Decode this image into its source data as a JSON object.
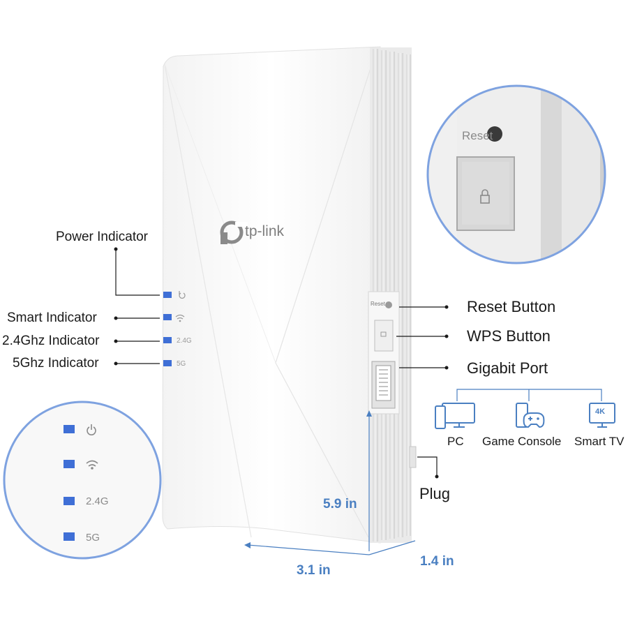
{
  "colors": {
    "accent_blue": "#4a7fc1",
    "led_blue": "#3f6fd6",
    "circle_border": "#7ea2e0",
    "device_white": "#fbfbfb"
  },
  "brand": {
    "logo_text": "tp-link"
  },
  "indicators": [
    {
      "label": "Power Indicator",
      "icon": "power-icon",
      "device_text": ""
    },
    {
      "label": "Smart Indicator",
      "icon": "wifi-icon",
      "device_text": ""
    },
    {
      "label": "2.4Ghz Indicator",
      "icon": "",
      "device_text": "2.4G"
    },
    {
      "label": "5Ghz Indicator",
      "icon": "",
      "device_text": "5G"
    }
  ],
  "zoom_left": {
    "items": [
      "",
      "",
      "2.4G",
      "5G"
    ]
  },
  "zoom_right": {
    "reset_text": "Reset"
  },
  "side_panel": {
    "reset_text": "Reset"
  },
  "ports": {
    "reset": "Reset Button",
    "wps": "WPS Button",
    "gigabit": "Gigabit Port",
    "plug": "Plug"
  },
  "devices": [
    {
      "label": "PC",
      "icon": "pc-icon"
    },
    {
      "label": "Game Console",
      "icon": "game-console-icon"
    },
    {
      "label": "Smart TV",
      "icon": "smart-tv-icon",
      "badge": "4K"
    }
  ],
  "dimensions": {
    "height": "5.9 in",
    "width": "3.1 in",
    "depth": "1.4 in"
  }
}
